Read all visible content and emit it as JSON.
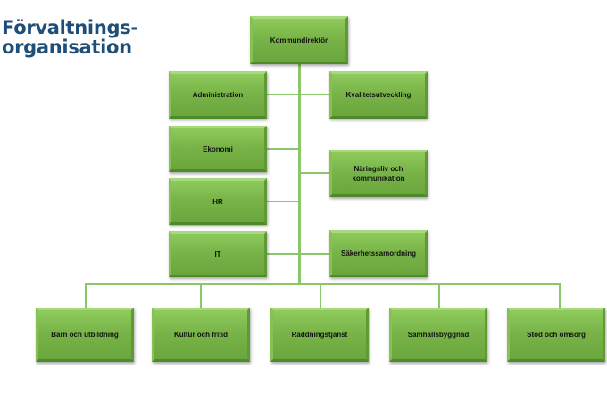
{
  "title": {
    "line1": "Förvaltnings-",
    "line2": "organisation"
  },
  "top": "Kommundirektör",
  "left_staff": [
    "Administration",
    "Ekonomi",
    "HR",
    "IT"
  ],
  "right_staff": [
    "Kvalitetsutveckling",
    "Näringsliv och kommunikation",
    "Säkerhetssamordning"
  ],
  "departments": [
    "Barn och utbildning",
    "Kultur och fritid",
    "Räddningstjänst",
    "Samhällsbyggnad",
    "Stöd och omsorg"
  ],
  "colors": {
    "title": "#1f4e79",
    "box": "#78b448",
    "line": "#8cc66a"
  }
}
